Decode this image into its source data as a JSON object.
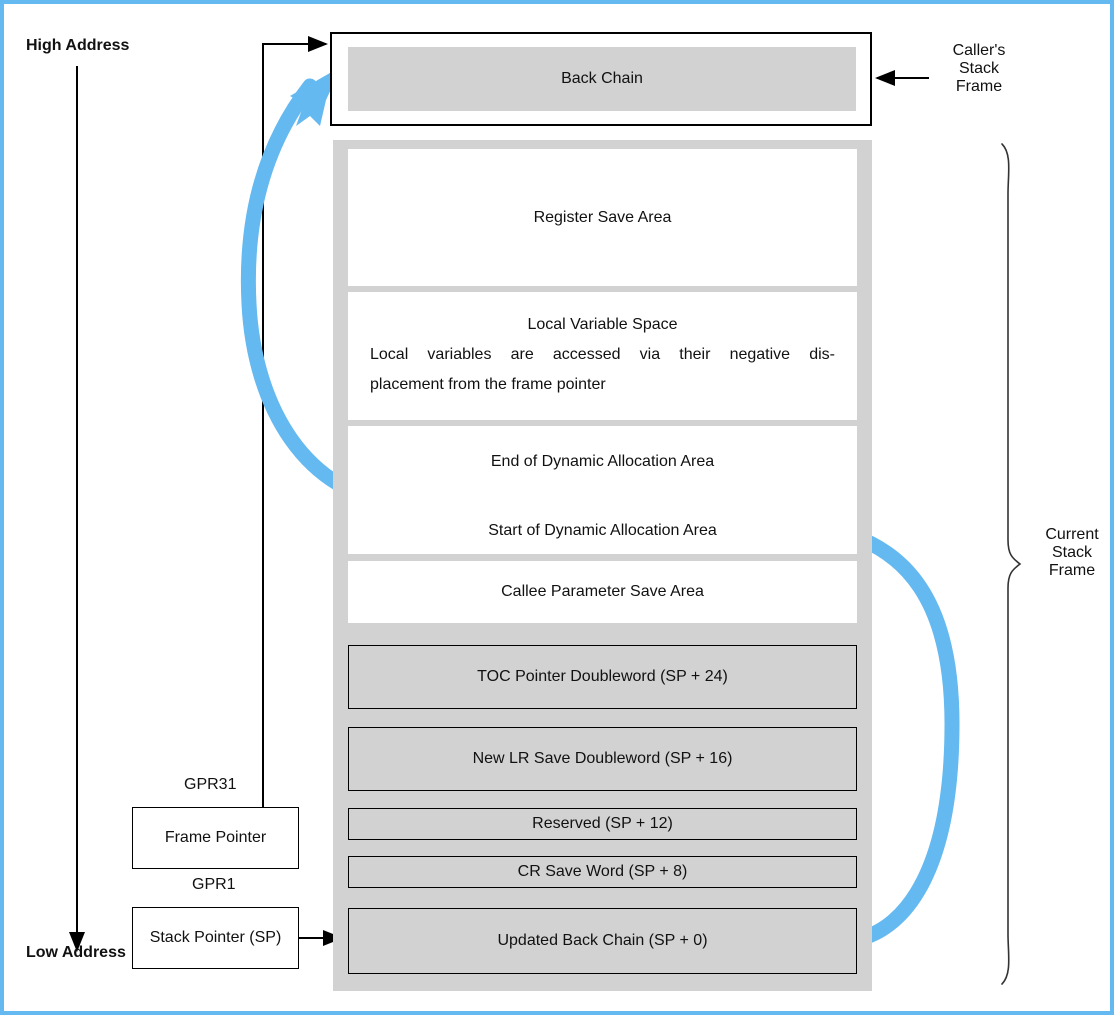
{
  "diagram": {
    "title_colors": {
      "border": "#64b9f0",
      "arrow": "#64b9f0",
      "fill_gray": "#d2d2d2"
    },
    "address_labels": {
      "high": "High Address",
      "low": "Low Address"
    },
    "right_labels": {
      "callers_stack_frame": "Caller's\nStack\nFrame",
      "current_stack_frame": "Current\nStack\nFrame"
    },
    "register_labels": {
      "gpr31": "GPR31",
      "gpr1": "GPR1"
    },
    "pointer_boxes": [
      {
        "name": "frame-pointer",
        "label": "Frame Pointer"
      },
      {
        "name": "stack-pointer",
        "label": "Stack Pointer (SP)"
      }
    ],
    "caller_frame": {
      "back_chain": "Back Chain"
    },
    "current_frame_slots": [
      {
        "name": "register-save-area",
        "label": "Register Save Area",
        "style": "white"
      },
      {
        "name": "local-variable-space",
        "title": "Local Variable Space",
        "line1": "Local variables are accessed via their negative dis-",
        "line2": "placement from the frame pointer",
        "style": "white"
      },
      {
        "name": "dynamic-allocation-area",
        "line1": "End of Dynamic Allocation Area",
        "line2": "Start of Dynamic Allocation Area",
        "style": "white"
      },
      {
        "name": "callee-parameter-save-area",
        "label": "Callee Parameter Save Area",
        "style": "white"
      },
      {
        "name": "toc-pointer-doubleword",
        "label": "TOC Pointer Doubleword (SP + 24)",
        "style": "gray"
      },
      {
        "name": "new-lr-save-doubleword",
        "label": "New LR Save Doubleword (SP + 16)",
        "style": "gray"
      },
      {
        "name": "reserved",
        "label": "Reserved (SP + 12)",
        "style": "gray"
      },
      {
        "name": "cr-save-word",
        "label": "CR Save Word (SP + 8)",
        "style": "gray"
      },
      {
        "name": "updated-back-chain",
        "label": "Updated Back Chain (SP + 0)",
        "style": "gray"
      }
    ]
  }
}
